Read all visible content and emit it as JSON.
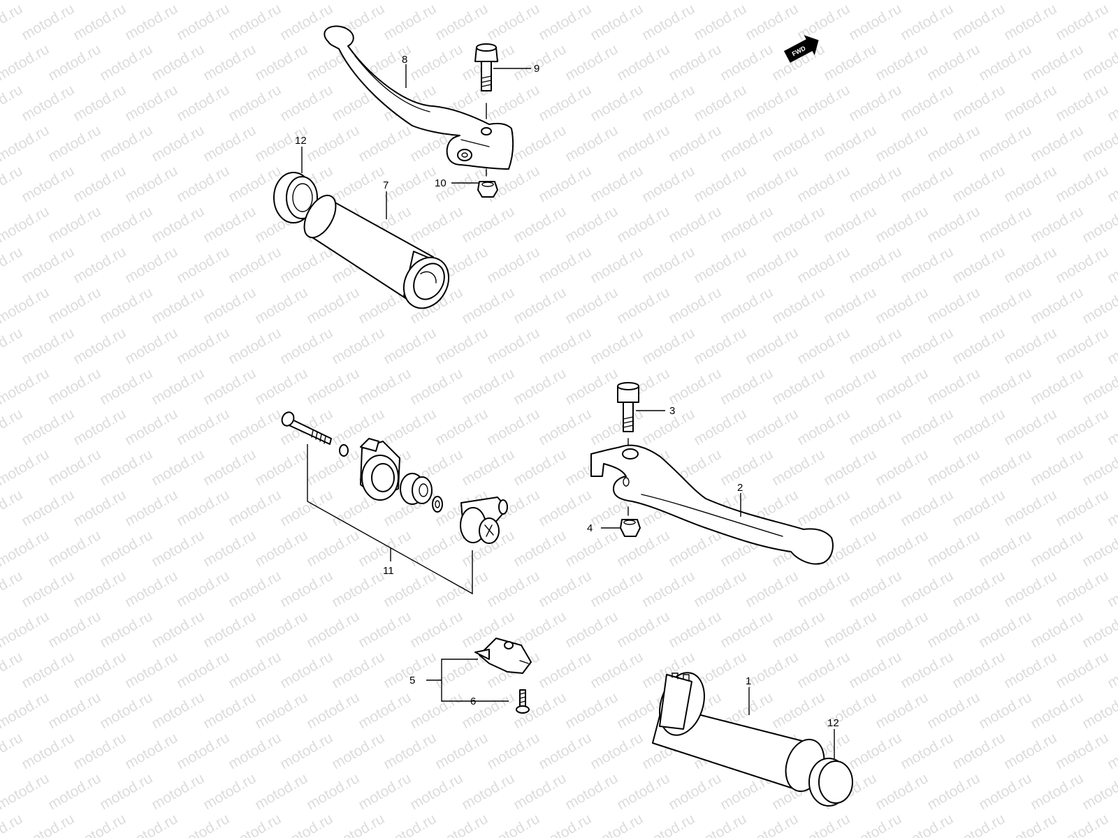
{
  "watermark": {
    "text": "motod.ru",
    "color": "#dcdcdc"
  },
  "direction_badge": {
    "label": "FWD",
    "icon": "forward-arrow-icon"
  },
  "callouts": {
    "c1": "1",
    "c2": "2",
    "c3": "3",
    "c4": "4",
    "c5": "5",
    "c6": "6",
    "c7": "7",
    "c8": "8",
    "c9": "9",
    "c10": "10",
    "c11": "11",
    "c12a": "12",
    "c12b": "12"
  },
  "colors": {
    "line": "#000000",
    "background": "#ffffff"
  }
}
